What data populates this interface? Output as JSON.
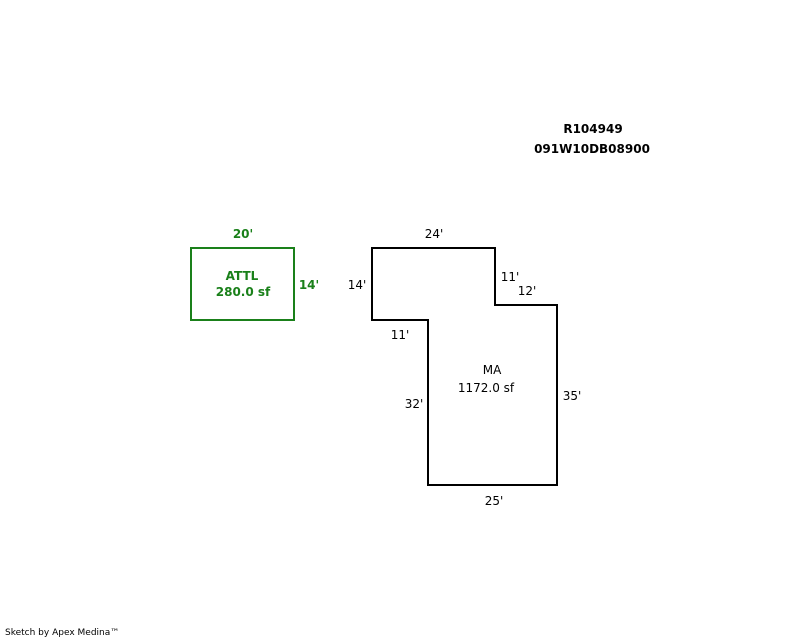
{
  "header": {
    "account_id": "R104949",
    "map_tax_lot": "091W10DB08900"
  },
  "colors": {
    "main_area": "#000000",
    "attached": "#1a801a"
  },
  "areas": {
    "attl": {
      "code": "ATTL",
      "area": "280.0 sf",
      "dims": {
        "top": "20'",
        "right": "14'"
      }
    },
    "ma": {
      "code": "MA",
      "area": "1172.0 sf",
      "dims": {
        "top": "24'",
        "left_upper": "14'",
        "step_down": "11'",
        "step_over": "12'",
        "inner_left": "11'",
        "left_lower": "32'",
        "right": "35'",
        "bottom": "25'"
      }
    }
  },
  "footer": {
    "credit": "Sketch by Apex Medina™"
  }
}
